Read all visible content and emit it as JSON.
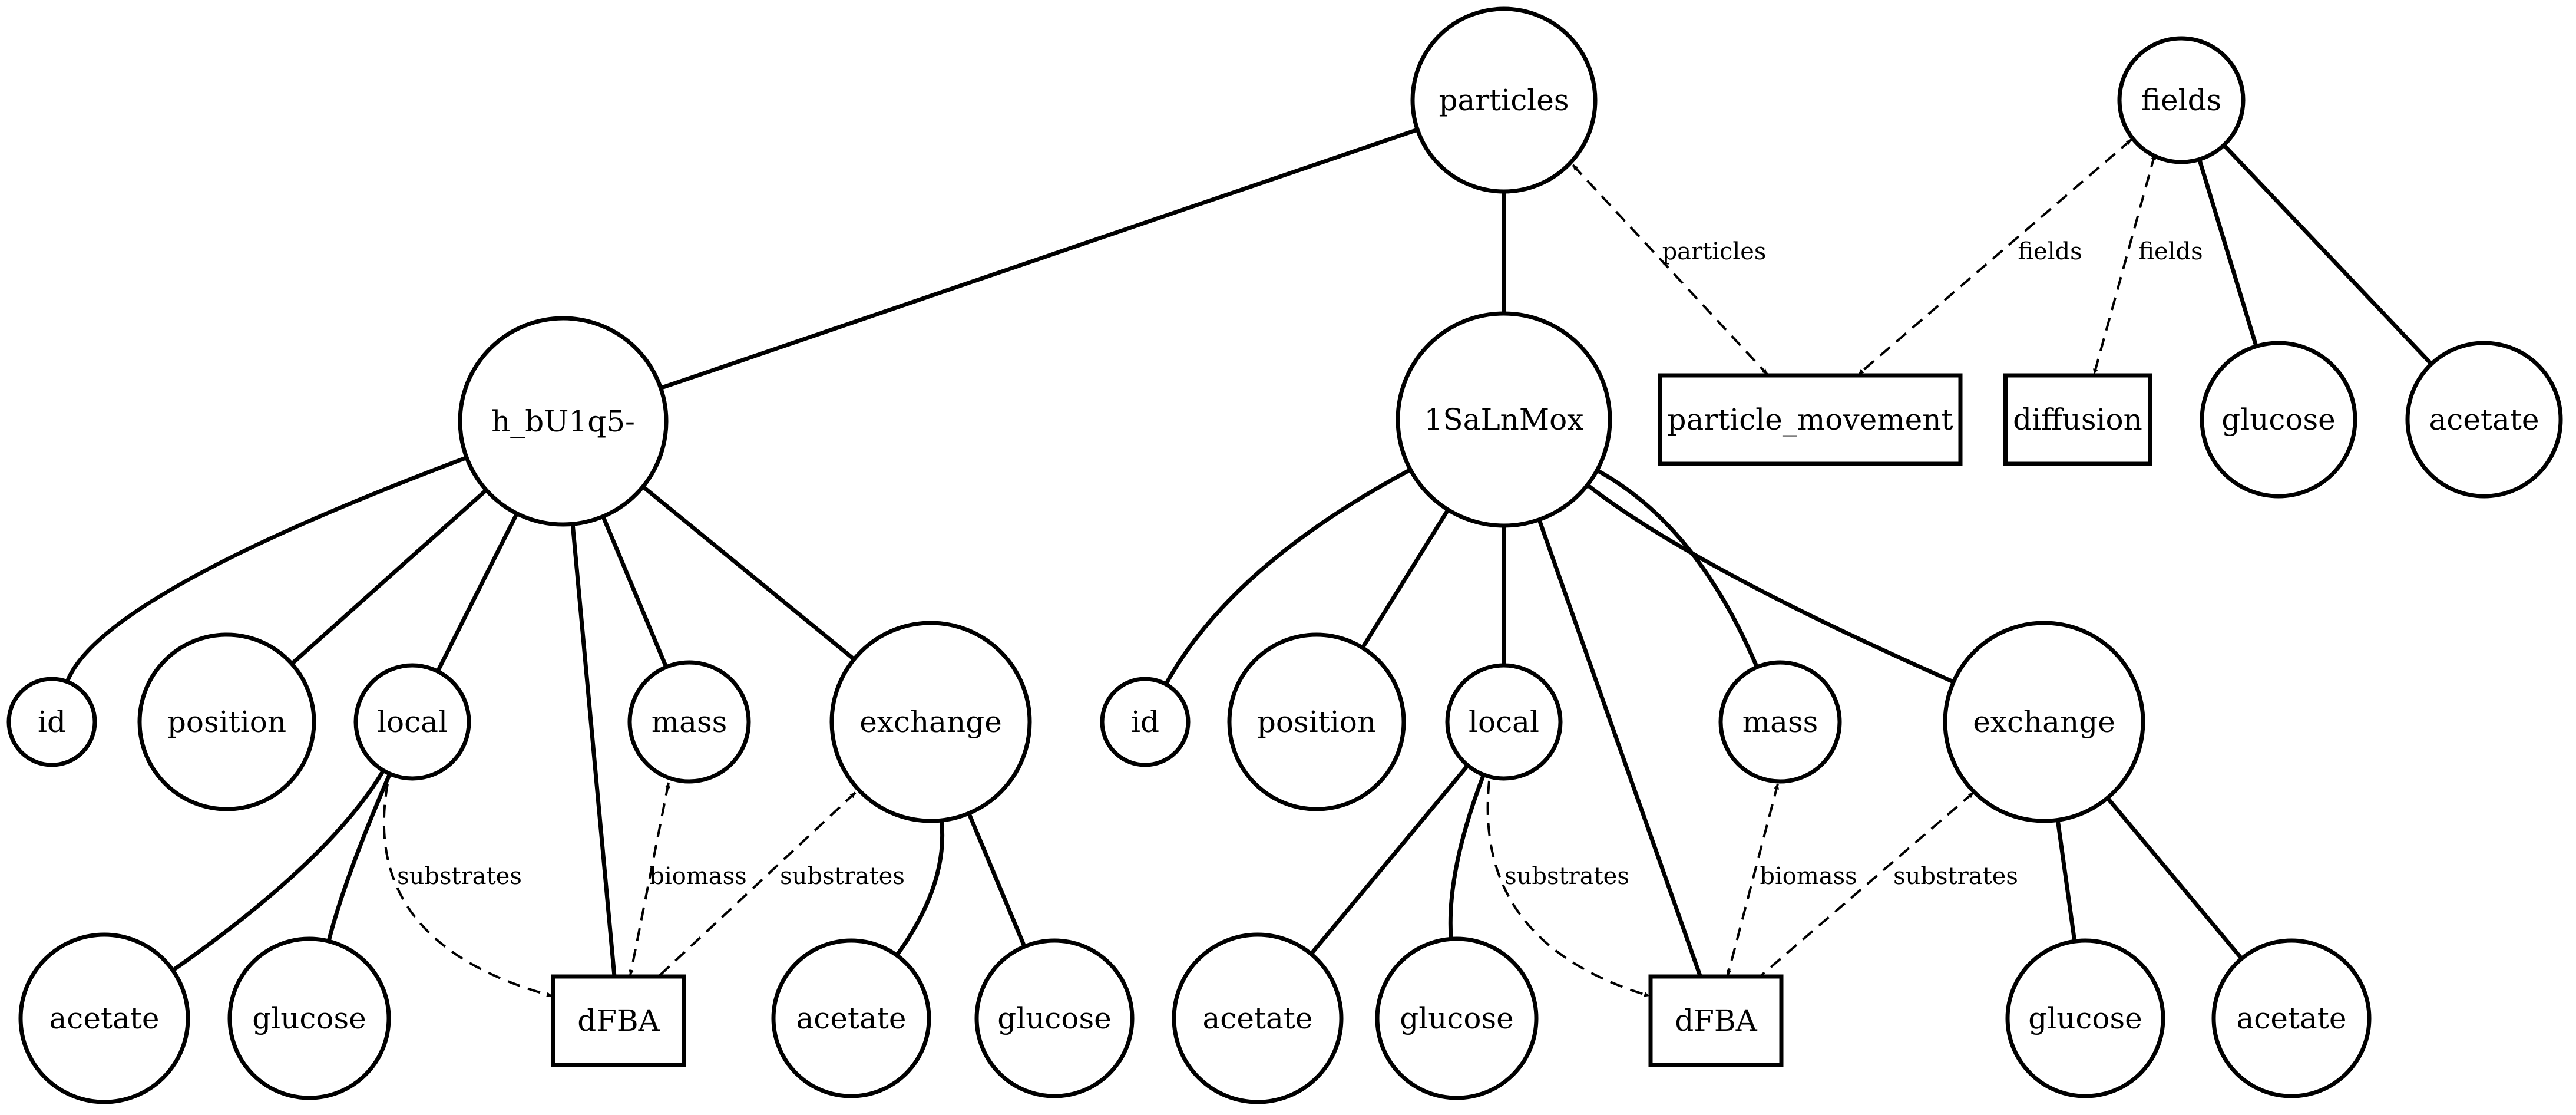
{
  "diagram": {
    "nodes": [
      {
        "id": "particles",
        "label": "particles",
        "shape": "circle"
      },
      {
        "id": "fields",
        "label": "fields",
        "shape": "circle"
      },
      {
        "id": "p1",
        "label": "h_bU1q5-",
        "shape": "circle"
      },
      {
        "id": "p2",
        "label": "1SaLnMox",
        "shape": "circle"
      },
      {
        "id": "pm",
        "label": "particle_movement",
        "shape": "box"
      },
      {
        "id": "diff",
        "label": "diffusion",
        "shape": "box"
      },
      {
        "id": "fglc",
        "label": "glucose",
        "shape": "circle"
      },
      {
        "id": "face",
        "label": "acetate",
        "shape": "circle"
      },
      {
        "id": "p1id",
        "label": "id",
        "shape": "circle"
      },
      {
        "id": "p1pos",
        "label": "position",
        "shape": "circle"
      },
      {
        "id": "p1loc",
        "label": "local",
        "shape": "circle"
      },
      {
        "id": "p1mass",
        "label": "mass",
        "shape": "circle"
      },
      {
        "id": "p1ex",
        "label": "exchange",
        "shape": "circle"
      },
      {
        "id": "p1locace",
        "label": "acetate",
        "shape": "circle"
      },
      {
        "id": "p1locglc",
        "label": "glucose",
        "shape": "circle"
      },
      {
        "id": "p1dfba",
        "label": "dFBA",
        "shape": "box"
      },
      {
        "id": "p1exace",
        "label": "acetate",
        "shape": "circle"
      },
      {
        "id": "p1exglc",
        "label": "glucose",
        "shape": "circle"
      },
      {
        "id": "p2id",
        "label": "id",
        "shape": "circle"
      },
      {
        "id": "p2pos",
        "label": "position",
        "shape": "circle"
      },
      {
        "id": "p2loc",
        "label": "local",
        "shape": "circle"
      },
      {
        "id": "p2mass",
        "label": "mass",
        "shape": "circle"
      },
      {
        "id": "p2ex",
        "label": "exchange",
        "shape": "circle"
      },
      {
        "id": "p2locace",
        "label": "acetate",
        "shape": "circle"
      },
      {
        "id": "p2locglc",
        "label": "glucose",
        "shape": "circle"
      },
      {
        "id": "p2dfba",
        "label": "dFBA",
        "shape": "box"
      },
      {
        "id": "p2exglc",
        "label": "glucose",
        "shape": "circle"
      },
      {
        "id": "p2exace",
        "label": "acetate",
        "shape": "circle"
      }
    ],
    "edges": [
      {
        "from": "particles",
        "to": "p1",
        "style": "solid"
      },
      {
        "from": "particles",
        "to": "p2",
        "style": "solid"
      },
      {
        "from": "fields",
        "to": "fglc",
        "style": "solid"
      },
      {
        "from": "fields",
        "to": "face",
        "style": "solid"
      },
      {
        "from": "p1",
        "to": "p1id",
        "style": "solid"
      },
      {
        "from": "p1",
        "to": "p1pos",
        "style": "solid"
      },
      {
        "from": "p1",
        "to": "p1loc",
        "style": "solid"
      },
      {
        "from": "p1",
        "to": "p1dfba",
        "style": "solid"
      },
      {
        "from": "p1",
        "to": "p1mass",
        "style": "solid"
      },
      {
        "from": "p1",
        "to": "p1ex",
        "style": "solid"
      },
      {
        "from": "p1loc",
        "to": "p1locace",
        "style": "solid"
      },
      {
        "from": "p1loc",
        "to": "p1locglc",
        "style": "solid"
      },
      {
        "from": "p1ex",
        "to": "p1exace",
        "style": "solid"
      },
      {
        "from": "p1ex",
        "to": "p1exglc",
        "style": "solid"
      },
      {
        "from": "p2",
        "to": "p2id",
        "style": "solid"
      },
      {
        "from": "p2",
        "to": "p2pos",
        "style": "solid"
      },
      {
        "from": "p2",
        "to": "p2loc",
        "style": "solid"
      },
      {
        "from": "p2",
        "to": "p2dfba",
        "style": "solid"
      },
      {
        "from": "p2",
        "to": "p2mass",
        "style": "solid"
      },
      {
        "from": "p2",
        "to": "p2ex",
        "style": "solid"
      },
      {
        "from": "p2loc",
        "to": "p2locace",
        "style": "solid"
      },
      {
        "from": "p2loc",
        "to": "p2locglc",
        "style": "solid"
      },
      {
        "from": "p2ex",
        "to": "p2exglc",
        "style": "solid"
      },
      {
        "from": "p2ex",
        "to": "p2exace",
        "style": "solid"
      },
      {
        "from": "particles",
        "to": "pm",
        "style": "dashed",
        "label": "particles",
        "arrows": "both"
      },
      {
        "from": "fields",
        "to": "pm",
        "style": "dashed",
        "label": "fields",
        "arrows": "both"
      },
      {
        "from": "fields",
        "to": "diff",
        "style": "dashed",
        "label": "fields",
        "arrows": "both"
      },
      {
        "from": "p1loc",
        "to": "p1dfba",
        "style": "dashed",
        "label": "substrates",
        "arrows": "end"
      },
      {
        "from": "p1mass",
        "to": "p1dfba",
        "style": "dashed",
        "label": "biomass",
        "arrows": "both"
      },
      {
        "from": "p1ex",
        "to": "p1dfba",
        "style": "dashed",
        "label": "substrates",
        "arrows": "start"
      },
      {
        "from": "p2loc",
        "to": "p2dfba",
        "style": "dashed",
        "label": "substrates",
        "arrows": "end"
      },
      {
        "from": "p2mass",
        "to": "p2dfba",
        "style": "dashed",
        "label": "biomass",
        "arrows": "both"
      },
      {
        "from": "p2ex",
        "to": "p2dfba",
        "style": "dashed",
        "label": "substrates",
        "arrows": "start"
      }
    ]
  }
}
